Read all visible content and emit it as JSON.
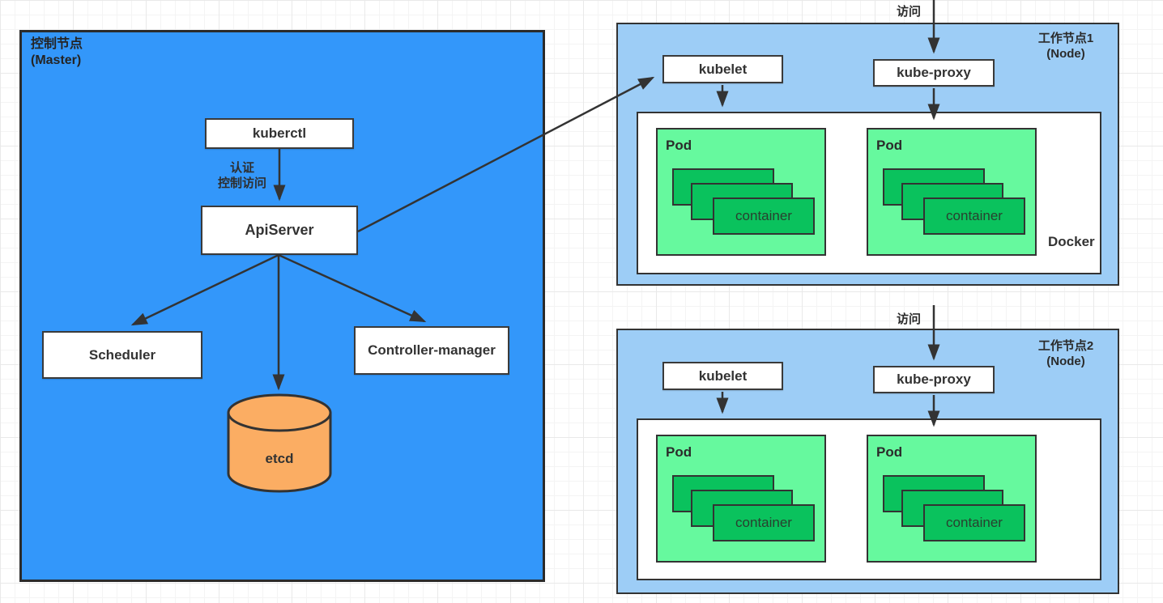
{
  "master": {
    "title_line1": "控制节点",
    "title_line2": "(Master)",
    "kuberctl_label": "kuberctl",
    "auth_line1": "认证",
    "auth_line2": "控制访问",
    "apiserver_label": "ApiServer",
    "scheduler_label": "Scheduler",
    "controller_manager_label": "Controller-manager",
    "etcd_label": "etcd"
  },
  "nodes": [
    {
      "access_label": "访问",
      "title_line1": "工作节点1",
      "title_line2": "(Node)",
      "kubelet_label": "kubelet",
      "kube_proxy_label": "kube-proxy",
      "docker_label": "Docker",
      "pods": [
        {
          "label": "Pod",
          "container_label": "container"
        },
        {
          "label": "Pod",
          "container_label": "container"
        }
      ]
    },
    {
      "access_label": "访问",
      "title_line1": "工作节点2",
      "title_line2": "(Node)",
      "kubelet_label": "kubelet",
      "kube_proxy_label": "kube-proxy",
      "pods": [
        {
          "label": "Pod",
          "container_label": "container"
        },
        {
          "label": "Pod",
          "container_label": "container"
        }
      ]
    }
  ],
  "colors": {
    "master_fill": "#3397FA",
    "node_fill": "#9DCDF6",
    "pod_fill": "#66F99E",
    "container_fill": "#0AC25D",
    "etcd_fill": "#FBAD63",
    "box_fill": "#FFFFFF",
    "stroke": "#333333"
  }
}
